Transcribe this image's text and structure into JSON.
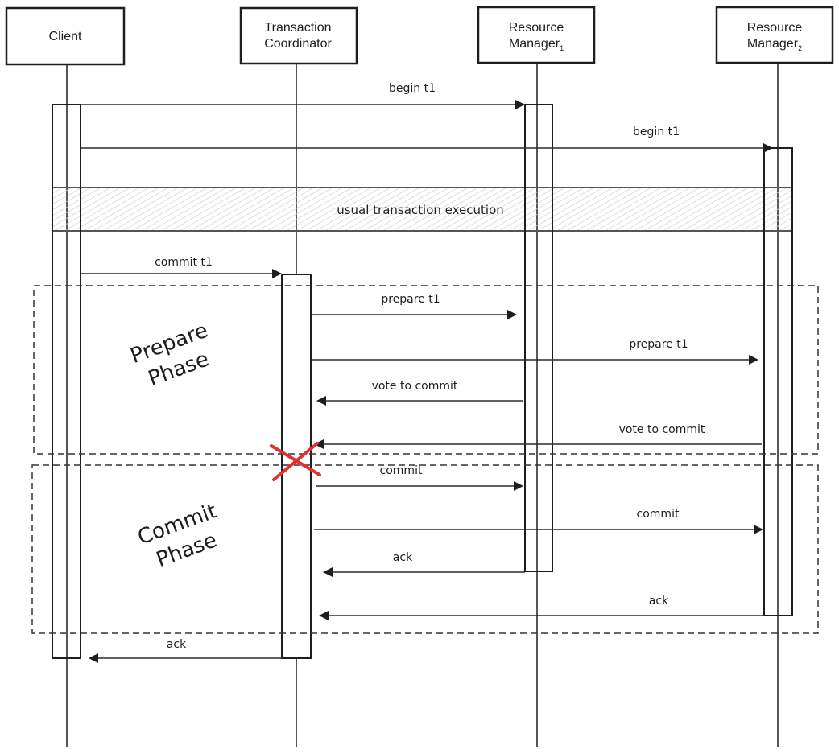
{
  "diagram": {
    "type": "sequence",
    "actors": [
      {
        "id": "client",
        "label_lines": [
          "Client"
        ]
      },
      {
        "id": "tc",
        "label_lines": [
          "Transaction",
          "Coordinator"
        ]
      },
      {
        "id": "rm1",
        "label_lines": [
          "Resource",
          "Manager"
        ],
        "subscript": "1"
      },
      {
        "id": "rm2",
        "label_lines": [
          "Resource",
          "Manager"
        ],
        "subscript": "2"
      }
    ],
    "messages": [
      {
        "from": "client",
        "to": "rm1",
        "label": "begin t1"
      },
      {
        "from": "client",
        "to": "rm2",
        "label": "begin t1"
      },
      {
        "from": "client",
        "to": "tc",
        "label": "commit t1"
      },
      {
        "from": "tc",
        "to": "rm1",
        "label": "prepare t1"
      },
      {
        "from": "tc",
        "to": "rm2",
        "label": "prepare t1"
      },
      {
        "from": "rm1",
        "to": "tc",
        "label": "vote to commit"
      },
      {
        "from": "rm2",
        "to": "tc",
        "label": "vote to commit"
      },
      {
        "from": "tc",
        "to": "rm1",
        "label": "commit"
      },
      {
        "from": "tc",
        "to": "rm2",
        "label": "commit"
      },
      {
        "from": "rm1",
        "to": "tc",
        "label": "ack"
      },
      {
        "from": "rm2",
        "to": "tc",
        "label": "ack"
      },
      {
        "from": "tc",
        "to": "client",
        "label": "ack"
      }
    ],
    "note": {
      "label": "usual transaction execution"
    },
    "phases": [
      {
        "label_lines": [
          "Prepare",
          "Phase"
        ]
      },
      {
        "label_lines": [
          "Commit",
          "Phase"
        ]
      }
    ],
    "failure_marker": {
      "symbol": "X",
      "color": "#e03131",
      "on_actor": "tc"
    },
    "colors": {
      "stroke": "#1e1e1e",
      "hatch": "#cfcfcf",
      "failure": "#e03131"
    }
  }
}
